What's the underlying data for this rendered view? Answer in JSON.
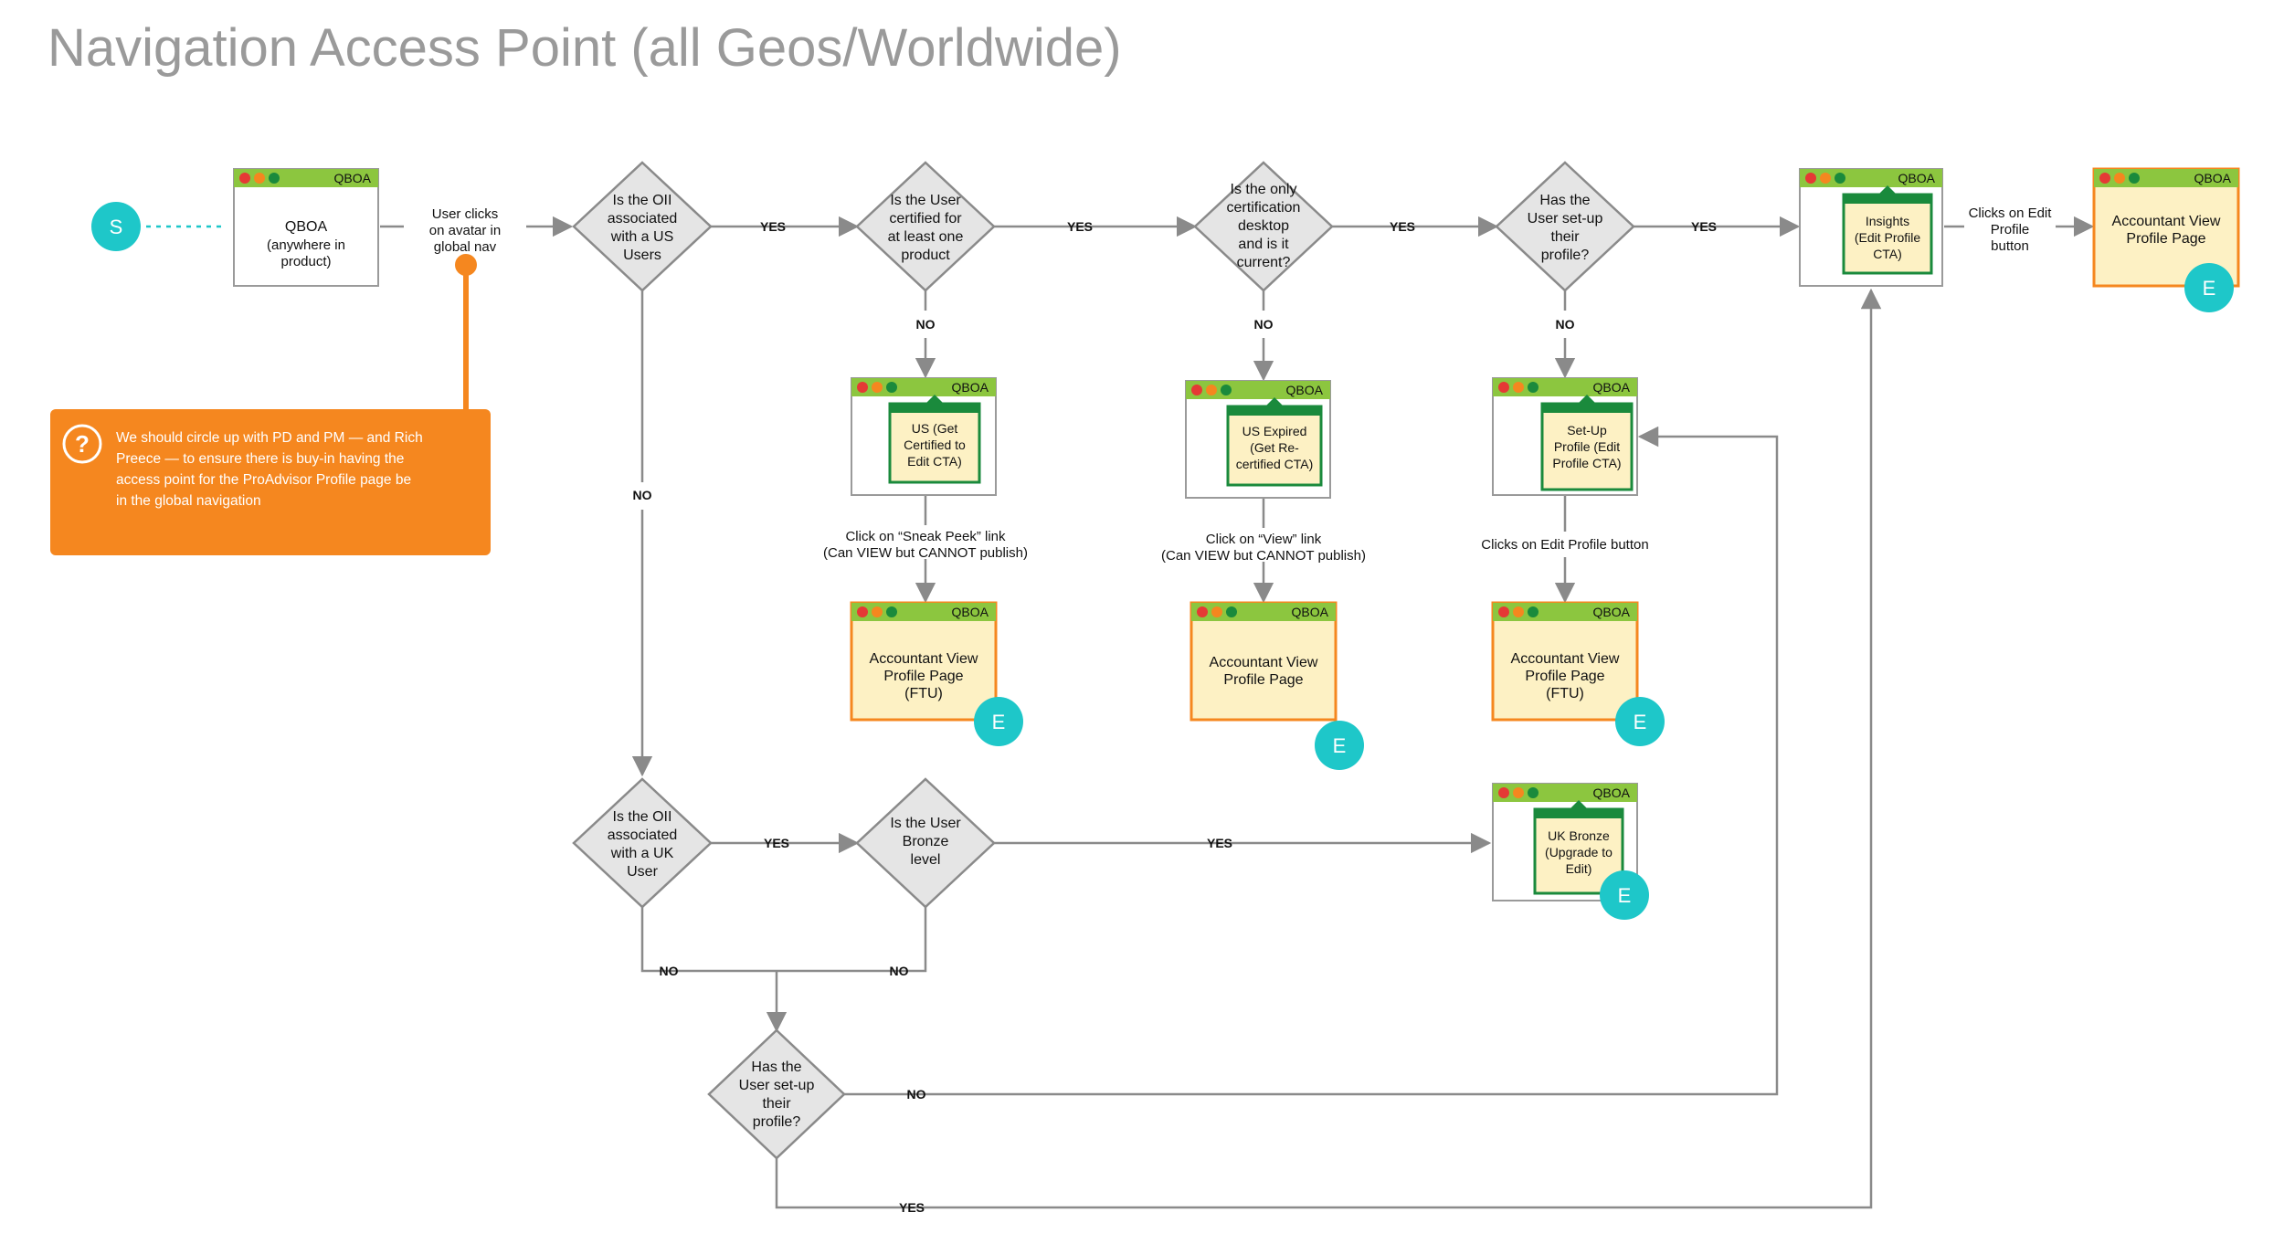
{
  "title": "Navigation Access Point (all Geos/Worldwide)",
  "colors": {
    "start_end": "#1ec7c9",
    "orange": "#f5871f",
    "green": "#8cc63f",
    "green_dark": "#1a8a3c",
    "end_fill": "#fdf1c4",
    "diamond_fill": "#e5e5e5",
    "line": "#8a8a8a"
  },
  "start": "S",
  "end_marker": "E",
  "browser_tag": "QBOA",
  "qboa_home": [
    "QBOA",
    "(anywhere in",
    "product)"
  ],
  "user_clicks": [
    "User clicks",
    "on  avatar in",
    "global nav"
  ],
  "callout": {
    "icon": "?",
    "lines": [
      "We should circle up with PD and PM — and Rich",
      "Preece — to ensure there is buy-in having the",
      "access point for the ProAdvisor Profile page be",
      "in the global navigation"
    ]
  },
  "decisions": {
    "d1": [
      "Is the OII",
      "associated",
      "with a US",
      "Users"
    ],
    "d2": [
      "Is the User",
      "certified for",
      "at least one",
      "product"
    ],
    "d3": [
      "Is the only",
      "certification",
      "desktop",
      "and is it",
      "current?"
    ],
    "d4": [
      "Has the",
      "User set-up",
      "their",
      "profile?"
    ],
    "d5": [
      "Is the OII",
      "associated",
      "with a UK",
      "User"
    ],
    "d6": [
      "Is the User",
      "Bronze",
      "level"
    ],
    "d7": [
      "Has the",
      "User set-up",
      "their",
      "profile?"
    ]
  },
  "edge_labels": {
    "yes": "YES",
    "no": "NO"
  },
  "cta_boxes": {
    "insights": [
      "Insights",
      "(Edit Profile",
      "CTA)"
    ],
    "us_get": [
      "US (Get",
      "Certified to",
      "Edit CTA)"
    ],
    "us_expired": [
      "US Expired",
      "(Get Re-",
      "certified CTA)"
    ],
    "setup": [
      "Set-Up",
      "Profile (Edit",
      "Profile CTA)"
    ],
    "uk_bronze": [
      "UK Bronze",
      "(Upgrade to",
      "Edit)"
    ]
  },
  "end_pages": {
    "top": [
      "Accountant View",
      "Profile Page"
    ],
    "ftu1": [
      "Accountant View",
      "Profile Page",
      "(FTU)"
    ],
    "mid": [
      "Accountant View",
      "Profile Page"
    ],
    "ftu2": [
      "Accountant View",
      "Profile Page",
      "(FTU)"
    ]
  },
  "notes": {
    "clicks_edit": [
      "Clicks on Edit",
      "Profile",
      "button"
    ],
    "sneak_peek": [
      "Click on “Sneak Peek” link",
      "(Can VIEW but CANNOT publish)"
    ],
    "view_link": [
      "Click on “View” link",
      "(Can VIEW but CANNOT publish)"
    ],
    "clicks_edit_btn": [
      "Clicks on Edit Profile button"
    ]
  }
}
